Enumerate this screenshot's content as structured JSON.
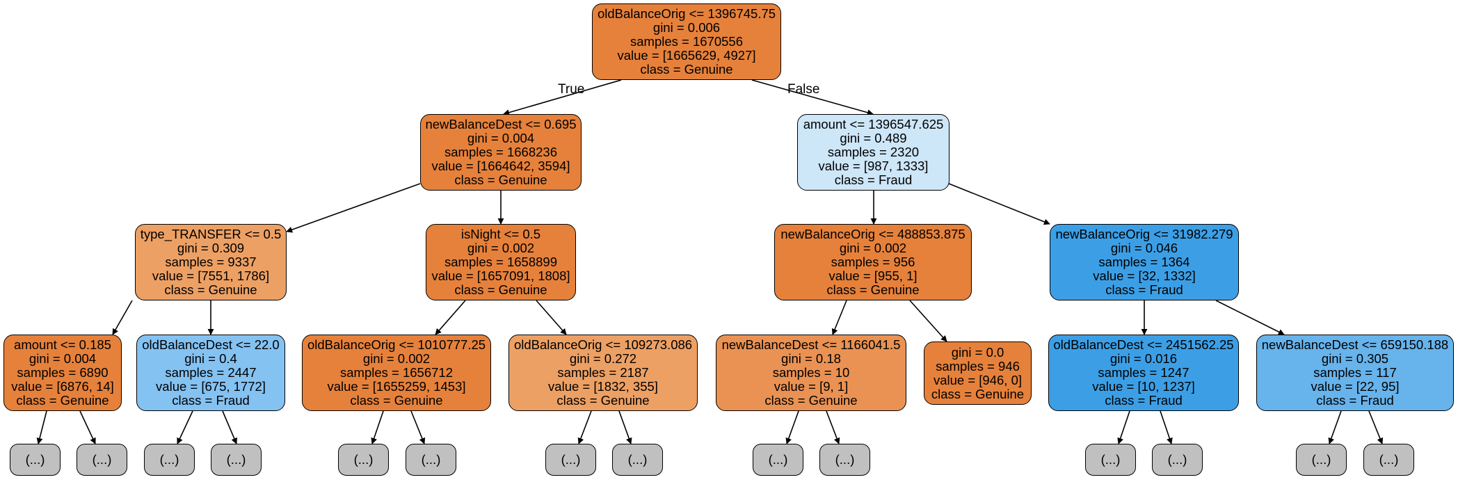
{
  "colors": {
    "genuine_strong": "#e6813b",
    "genuine_medium": "#eda064",
    "genuine_light": "#ea9253",
    "fraud_pale": "#cde6f8",
    "fraud_strong": "#3c9fe6",
    "fraud_medium": "#84c2f2",
    "fraud_light": "#67b3ec",
    "truncated": "#c0c0c0",
    "edge": "#000000"
  },
  "edge_labels": {
    "left": "True",
    "right": "False"
  },
  "nodes": {
    "root": {
      "lines": [
        "oldBalanceOrig <= 1396745.75",
        "gini = 0.006",
        "samples = 1670556",
        "value = [1665629, 4927]",
        "class = Genuine"
      ]
    },
    "l": {
      "lines": [
        "newBalanceDest <= 0.695",
        "gini = 0.004",
        "samples = 1668236",
        "value = [1664642, 3594]",
        "class = Genuine"
      ]
    },
    "r": {
      "lines": [
        "amount <= 1396547.625",
        "gini = 0.489",
        "samples = 2320",
        "value = [987, 1333]",
        "class = Fraud"
      ]
    },
    "ll": {
      "lines": [
        "type_TRANSFER <= 0.5",
        "gini = 0.309",
        "samples = 9337",
        "value = [7551, 1786]",
        "class = Genuine"
      ]
    },
    "lr": {
      "lines": [
        "isNight <= 0.5",
        "gini = 0.002",
        "samples = 1658899",
        "value = [1657091, 1808]",
        "class = Genuine"
      ]
    },
    "rl": {
      "lines": [
        "newBalanceOrig <= 488853.875",
        "gini = 0.002",
        "samples = 956",
        "value = [955, 1]",
        "class = Genuine"
      ]
    },
    "rr": {
      "lines": [
        "newBalanceOrig <= 31982.279",
        "gini = 0.046",
        "samples = 1364",
        "value = [32, 1332]",
        "class = Fraud"
      ]
    },
    "lll": {
      "lines": [
        "amount <= 0.185",
        "gini = 0.004",
        "samples = 6890",
        "value = [6876, 14]",
        "class = Genuine"
      ]
    },
    "llr": {
      "lines": [
        "oldBalanceDest <= 22.0",
        "gini = 0.4",
        "samples = 2447",
        "value = [675, 1772]",
        "class = Fraud"
      ]
    },
    "lrl": {
      "lines": [
        "oldBalanceOrig <= 1010777.25",
        "gini = 0.002",
        "samples = 1656712",
        "value = [1655259, 1453]",
        "class = Genuine"
      ]
    },
    "lrr": {
      "lines": [
        "oldBalanceOrig <= 109273.086",
        "gini = 0.272",
        "samples = 2187",
        "value = [1832, 355]",
        "class = Genuine"
      ]
    },
    "rll": {
      "lines": [
        "newBalanceDest <= 1166041.5",
        "gini = 0.18",
        "samples = 10",
        "value = [9, 1]",
        "class = Genuine"
      ]
    },
    "rlr": {
      "lines": [
        "gini = 0.0",
        "samples = 946",
        "value = [946, 0]",
        "class = Genuine"
      ]
    },
    "rrl": {
      "lines": [
        "oldBalanceDest <= 2451562.25",
        "gini = 0.016",
        "samples = 1247",
        "value = [10, 1237]",
        "class = Fraud"
      ]
    },
    "rrr": {
      "lines": [
        "newBalanceDest <= 659150.188",
        "gini = 0.305",
        "samples = 117",
        "value = [22, 95]",
        "class = Fraud"
      ]
    },
    "t1": {
      "lines": [
        "(...)"
      ]
    },
    "t2": {
      "lines": [
        "(...)"
      ]
    },
    "t3": {
      "lines": [
        "(...)"
      ]
    },
    "t4": {
      "lines": [
        "(...)"
      ]
    },
    "t5": {
      "lines": [
        "(...)"
      ]
    },
    "t6": {
      "lines": [
        "(...)"
      ]
    },
    "t7": {
      "lines": [
        "(...)"
      ]
    },
    "t8": {
      "lines": [
        "(...)"
      ]
    },
    "t9": {
      "lines": [
        "(...)"
      ]
    },
    "t10": {
      "lines": [
        "(...)"
      ]
    },
    "t11": {
      "lines": [
        "(...)"
      ]
    },
    "t12": {
      "lines": [
        "(...)"
      ]
    }
  }
}
